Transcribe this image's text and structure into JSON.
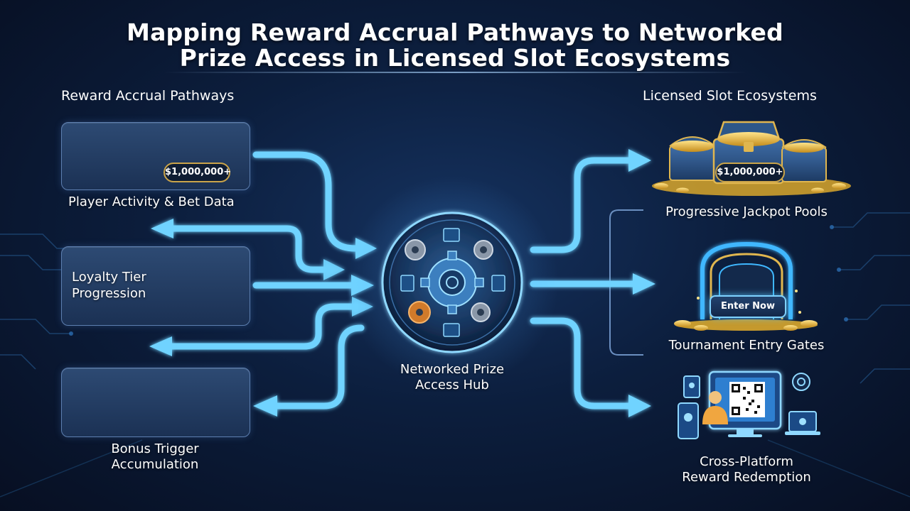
{
  "header": {
    "title_line1": "Mapping Reward Accrual Pathways to Networked",
    "title_line2": "Prize Access in Licensed Slot Ecosystems"
  },
  "left": {
    "heading": "Reward Accrual Pathways",
    "items": [
      {
        "label": "Player Activity & Bet Data",
        "badge": "$1,000,000+"
      },
      {
        "label_line1": "Loyalty Tier",
        "label_line2": "Progression"
      },
      {
        "label_line1": "Bonus Trigger",
        "label_line2": "Accumulation"
      }
    ]
  },
  "hub": {
    "label_line1": "Networked Prize",
    "label_line2": "Access Hub"
  },
  "right": {
    "heading": "Licensed Slot Ecosystems",
    "items": [
      {
        "label": "Progressive Jackpot Pools",
        "badge": "$1,000,000+"
      },
      {
        "label": "Tournament Entry Gates",
        "button": "Enter Now"
      },
      {
        "label_line1": "Cross-Platform",
        "label_line2": "Reward Redemption"
      }
    ]
  },
  "colors": {
    "arrow": "#6fd3ff",
    "gold": "#f2c14e",
    "panel_border": "#5d7fb0",
    "background": "#0c1e3d"
  }
}
